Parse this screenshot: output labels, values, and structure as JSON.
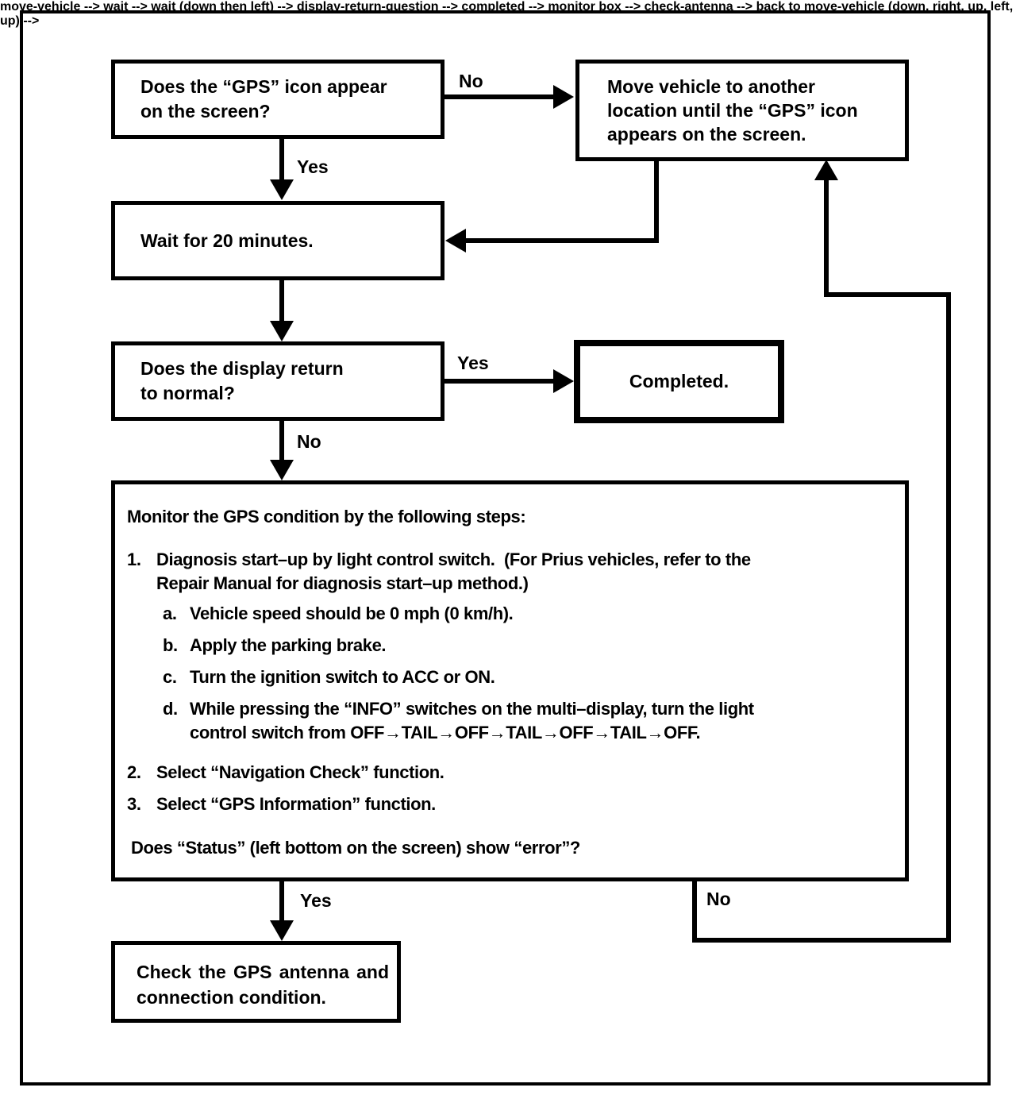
{
  "diagram": {
    "nodes": {
      "gps_icon_question": {
        "lines": [
          "Does the “GPS” icon appear",
          "on the screen?"
        ]
      },
      "move_vehicle": {
        "lines": [
          "Move vehicle to another",
          "location until the “GPS” icon",
          "appears on the screen."
        ]
      },
      "wait_20": {
        "label": "Wait for 20 minutes."
      },
      "display_normal_question": {
        "lines": [
          "Does the display return",
          "to normal?"
        ]
      },
      "completed": {
        "label": "Completed."
      },
      "monitor": {
        "intro": "Monitor the GPS condition by the following steps:",
        "step1": {
          "num": "1.",
          "lines": [
            "Diagnosis start–up by light control switch.  (For Prius vehicles, refer to the",
            "Repair Manual for diagnosis start–up method.)"
          ]
        },
        "step1a": {
          "num": "a.",
          "lines": [
            "Vehicle speed should be 0 mph (0 km/h)."
          ]
        },
        "step1b": {
          "num": "b.",
          "lines": [
            "Apply the parking brake."
          ]
        },
        "step1c": {
          "num": "c.",
          "lines": [
            "Turn the ignition switch to ACC or ON."
          ]
        },
        "step1d": {
          "num": "d.",
          "lines": [
            "While pressing the “INFO” switches on the multi–display, turn the light",
            "control switch from OFF→TAIL→OFF→TAIL→OFF→TAIL→OFF."
          ]
        },
        "step2": {
          "num": "2.",
          "lines": [
            "Select “Navigation Check” function."
          ]
        },
        "step3": {
          "num": "3.",
          "lines": [
            "Select “GPS Information” function."
          ]
        },
        "question": "Does “Status” (left bottom on the screen) show “error”?"
      },
      "check_antenna": {
        "label": "Check the GPS antenna and connection condition."
      }
    },
    "edge_labels": {
      "no_to_move_vehicle": "No",
      "yes_to_wait": "Yes",
      "yes_to_completed": "Yes",
      "no_to_monitor": "No",
      "yes_to_check_antenna": "Yes",
      "no_return_to_move_vehicle": "No"
    }
  }
}
